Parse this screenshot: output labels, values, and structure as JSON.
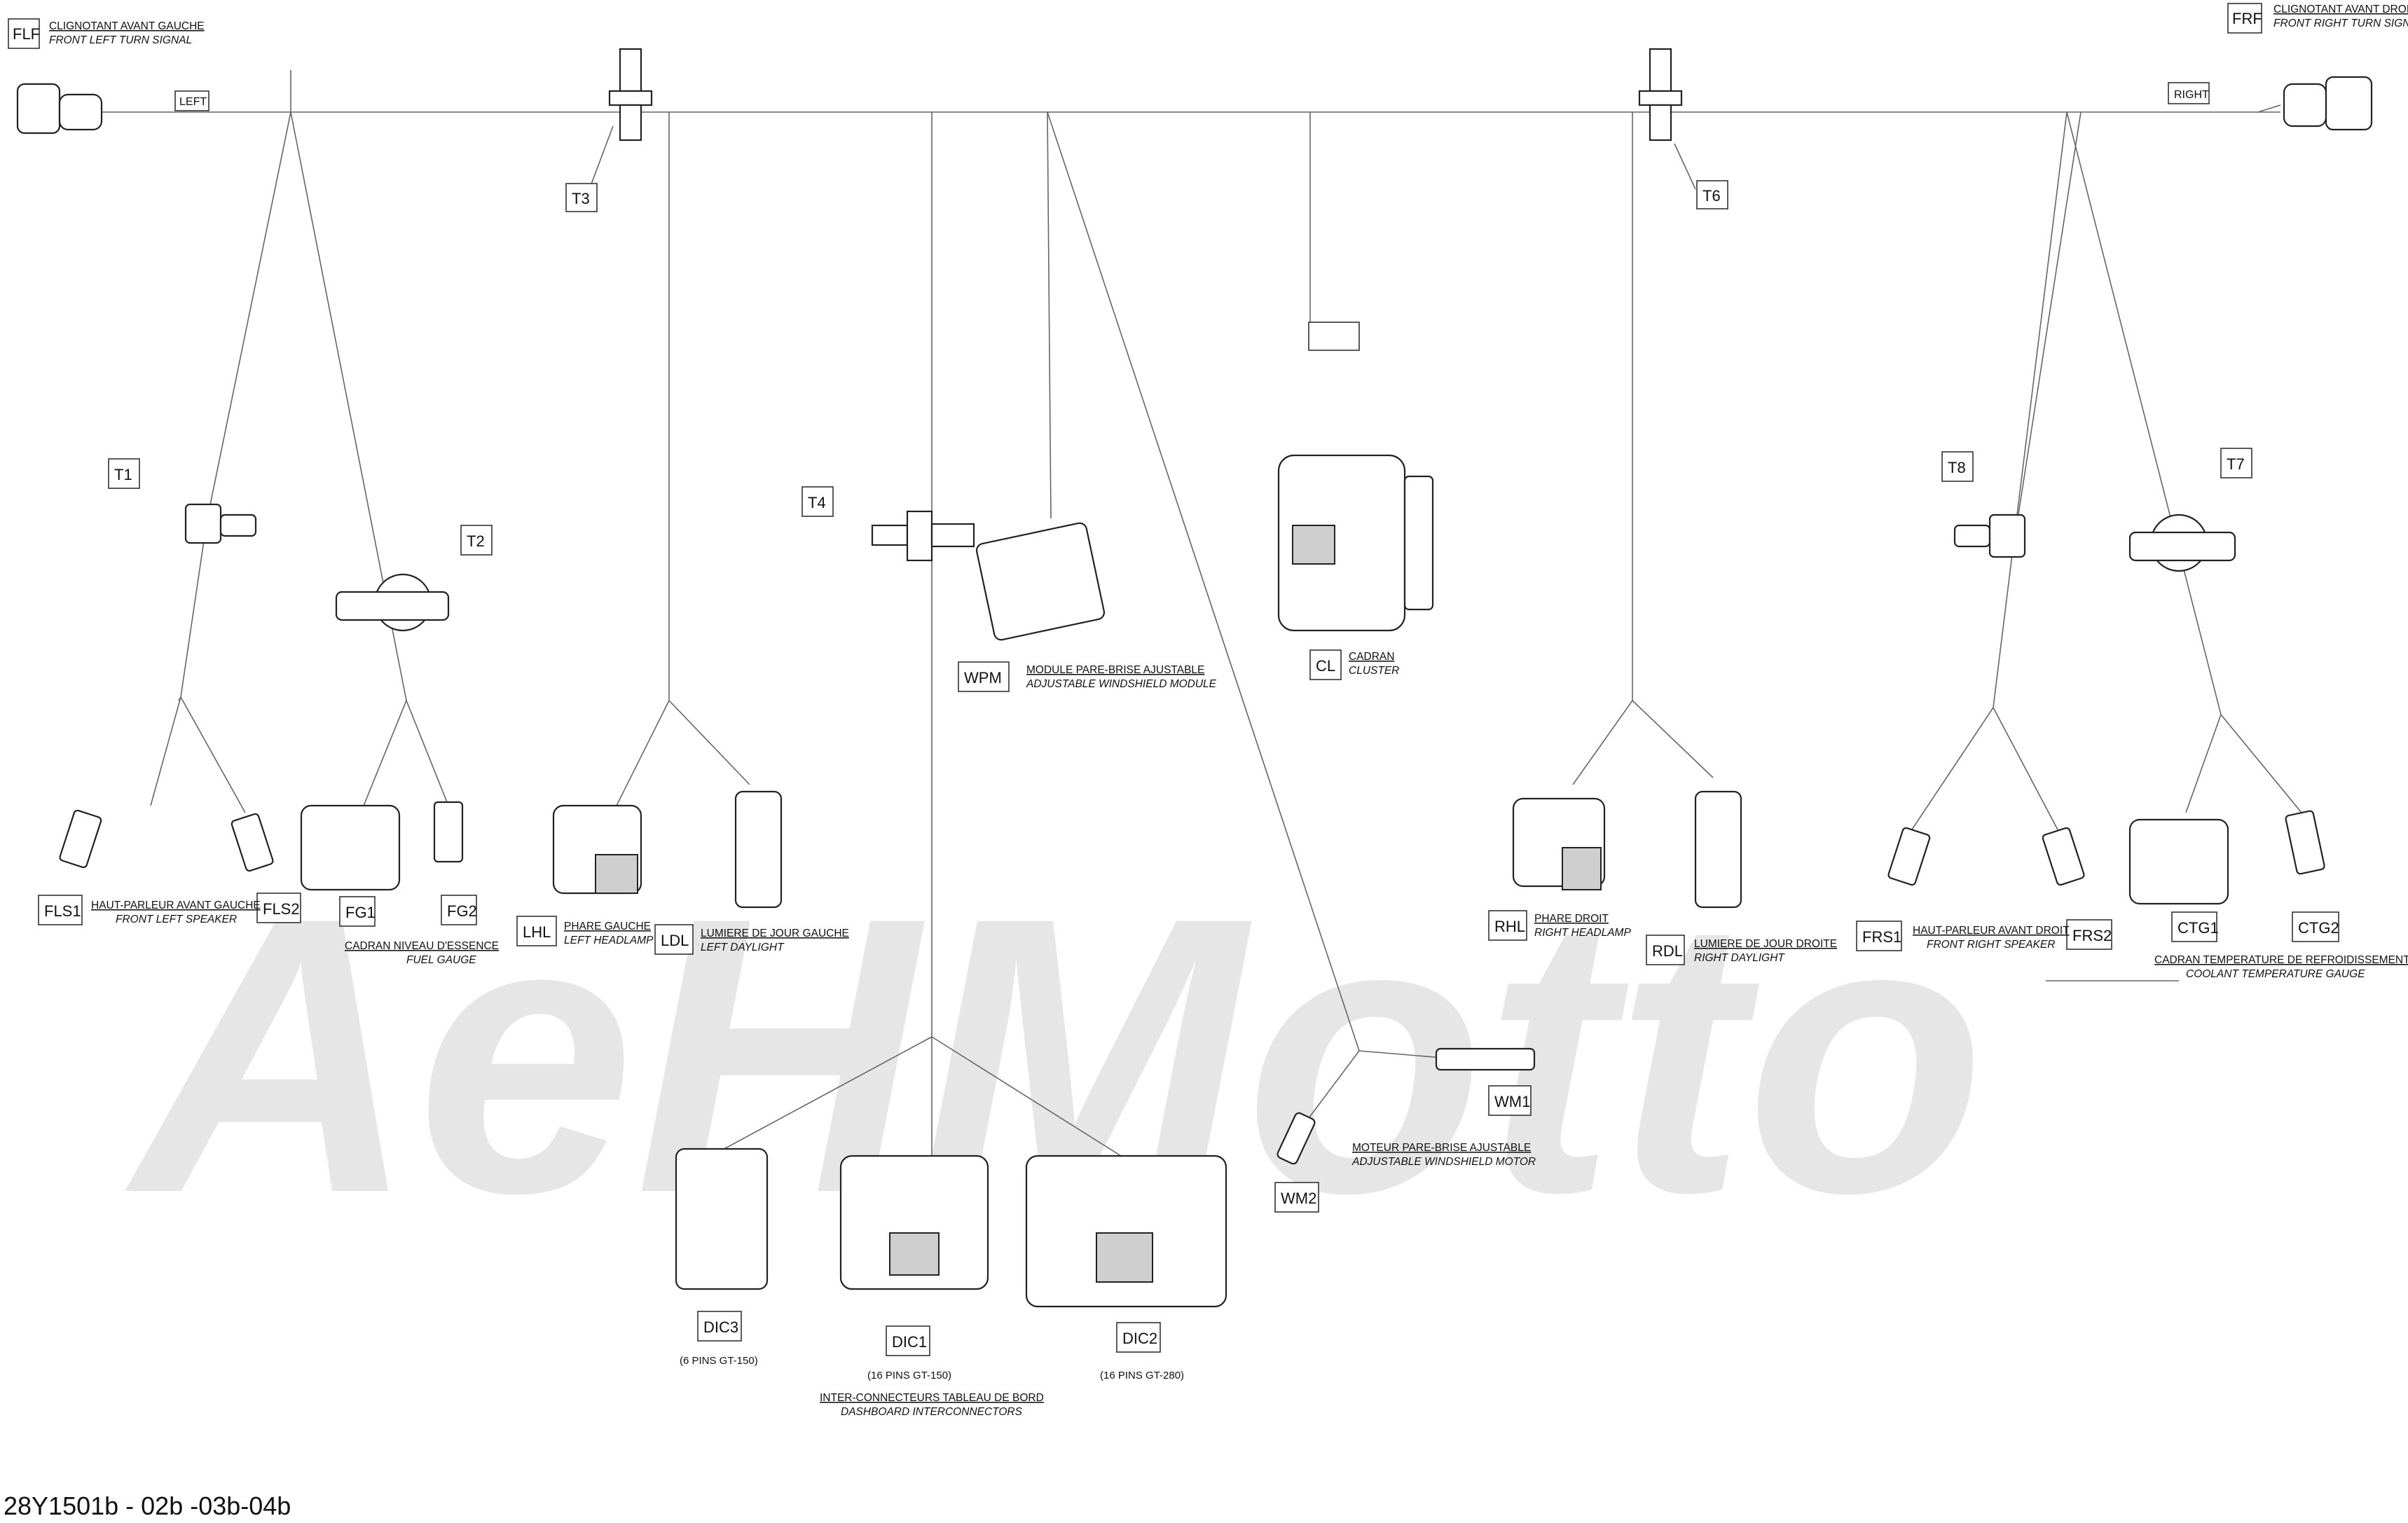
{
  "watermark": "AeHMotto",
  "document_id": "28Y1501b - 02b -03b-04b",
  "wire_tags": {
    "left": "LEFT",
    "right": "RIGHT"
  },
  "components": {
    "FLF": {
      "code": "FLF",
      "fr": "CLIGNOTANT AVANT GAUCHE",
      "en": "FRONT LEFT TURN SIGNAL"
    },
    "FRF": {
      "code": "FRF",
      "fr": "CLIGNOTANT AVANT DROIT",
      "en": "FRONT RIGHT TURN SIGNAL"
    },
    "T1": {
      "code": "T1"
    },
    "T2": {
      "code": "T2"
    },
    "T3": {
      "code": "T3"
    },
    "T4": {
      "code": "T4"
    },
    "T6": {
      "code": "T6"
    },
    "T7": {
      "code": "T7"
    },
    "T8": {
      "code": "T8"
    },
    "WPM": {
      "code": "WPM",
      "fr": "MODULE PARE-BRISE AJUSTABLE",
      "en": "ADJUSTABLE WINDSHIELD MODULE"
    },
    "CL": {
      "code": "CL",
      "fr": "CADRAN",
      "en": "CLUSTER"
    },
    "FLS1": {
      "code": "FLS1"
    },
    "FLS2": {
      "code": "FLS2",
      "fr": "HAUT-PARLEUR AVANT GAUCHE",
      "en": "FRONT LEFT SPEAKER"
    },
    "FG1": {
      "code": "FG1"
    },
    "FG2": {
      "code": "FG2",
      "fr": "CADRAN NIVEAU D'ESSENCE",
      "en": "FUEL GAUGE"
    },
    "LHL": {
      "code": "LHL",
      "fr": "PHARE GAUCHE",
      "en": "LEFT HEADLAMP"
    },
    "LDL": {
      "code": "LDL",
      "fr": "LUMIERE DE JOUR GAUCHE",
      "en": "LEFT DAYLIGHT"
    },
    "RHL": {
      "code": "RHL",
      "fr": "PHARE DROIT",
      "en": "RIGHT HEADLAMP"
    },
    "RDL": {
      "code": "RDL",
      "fr": "LUMIERE DE JOUR DROITE",
      "en": "RIGHT DAYLIGHT"
    },
    "FRS1": {
      "code": "FRS1",
      "fr": "HAUT-PARLEUR AVANT DROIT",
      "en": "FRONT RIGHT SPEAKER"
    },
    "FRS2": {
      "code": "FRS2"
    },
    "CTG1": {
      "code": "CTG1"
    },
    "CTG2": {
      "code": "CTG2",
      "fr": "CADRAN TEMPERATURE DE REFROIDISSEMENT",
      "en": "COOLANT TEMPERATURE GAUGE"
    },
    "WM1": {
      "code": "WM1"
    },
    "WM2": {
      "code": "WM2",
      "fr": "MOTEUR PARE-BRISE AJUSTABLE",
      "en": "ADJUSTABLE WINDSHIELD MOTOR"
    },
    "DIC3": {
      "code": "DIC3",
      "pins": "(6 PINS GT-150)"
    },
    "DIC1": {
      "code": "DIC1",
      "pins": "(16 PINS GT-150)"
    },
    "DIC2": {
      "code": "DIC2",
      "pins": "(16 PINS GT-280)"
    },
    "DIC": {
      "fr": "INTER-CONNECTEURS TABLEAU DE BORD",
      "en": "DASHBOARD INTERCONNECTORS"
    }
  }
}
